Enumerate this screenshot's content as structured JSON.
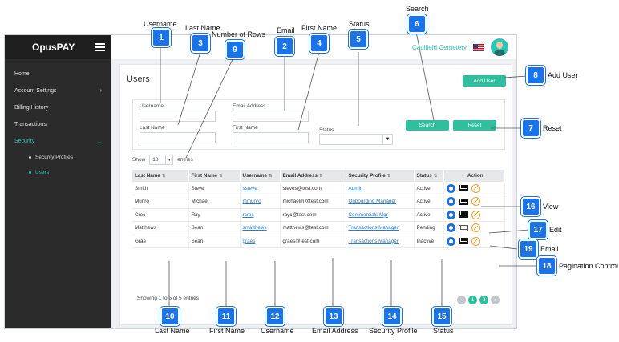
{
  "brand": "OpusPAY",
  "sidebar": {
    "items": [
      {
        "label": "Home"
      },
      {
        "label": "Account Settings",
        "chevron": "›"
      },
      {
        "label": "Billing History"
      },
      {
        "label": "Transactions"
      },
      {
        "label": "Security",
        "chevron": "⌄"
      }
    ],
    "subitems": [
      {
        "label": "Security Profiles"
      },
      {
        "label": "Users"
      }
    ]
  },
  "topbar": {
    "org": "Caulfield Cemetery"
  },
  "page": {
    "title": "Users",
    "add_user": "Add User"
  },
  "filters": {
    "username": "Username",
    "email": "Email Address",
    "last_name": "Last Name",
    "first_name": "First Name",
    "status": "Status",
    "search": "Search",
    "reset": "Reset"
  },
  "rows_control": {
    "show": "Show",
    "value": "10",
    "entries": "entries"
  },
  "table": {
    "headers": [
      "Last Name",
      "First Name",
      "Username",
      "Email Address",
      "Security Profile",
      "Status",
      "Action"
    ],
    "rows": [
      {
        "last": "Smith",
        "first": "Steve",
        "user": "ssteve",
        "email": "steves@test.com",
        "profile": "Admin",
        "status": "Active"
      },
      {
        "last": "Munro",
        "first": "Michael",
        "user": "mmunro",
        "email": "michaelm@test.com",
        "profile": "Onboarding Manager",
        "status": "Active"
      },
      {
        "last": "Croc",
        "first": "Ray",
        "user": "rcroc",
        "email": "rayc@test.com",
        "profile": "Commercials Mgr",
        "status": "Active"
      },
      {
        "last": "Matthews",
        "first": "Sean",
        "user": "smatthews",
        "email": "matthews@test.com",
        "profile": "Transactions Manager",
        "status": "Pending"
      },
      {
        "last": "Grae",
        "first": "Sean",
        "user": "graes",
        "email": "graes@test.com",
        "profile": "Transactions Manager",
        "status": "Inactive"
      }
    ]
  },
  "footer": {
    "entries": "Showing 1 to 5 of 5 entries",
    "pages": [
      "‹",
      "1",
      "2",
      "›"
    ]
  },
  "callouts": [
    {
      "n": "1",
      "label": "Username"
    },
    {
      "n": "2",
      "label": "Email"
    },
    {
      "n": "3",
      "label": "Last Name"
    },
    {
      "n": "4",
      "label": "First Name"
    },
    {
      "n": "5",
      "label": "Status"
    },
    {
      "n": "6",
      "label": "Search"
    },
    {
      "n": "7",
      "label": "Reset"
    },
    {
      "n": "8",
      "label": "Add User"
    },
    {
      "n": "9",
      "label": "Number of Rows"
    },
    {
      "n": "10",
      "label": "Last Name"
    },
    {
      "n": "11",
      "label": "First Name"
    },
    {
      "n": "12",
      "label": "Username"
    },
    {
      "n": "13",
      "label": "Email Address"
    },
    {
      "n": "14",
      "label": "Security Profile"
    },
    {
      "n": "15",
      "label": "Status"
    },
    {
      "n": "16",
      "label": "View"
    },
    {
      "n": "17",
      "label": "Edit"
    },
    {
      "n": "18",
      "label": "Pagination Control"
    },
    {
      "n": "19",
      "label": "Email"
    }
  ],
  "colors": {
    "accent": "#2ec4b6",
    "button": "#2fbf9e",
    "callout": "#1a73e8",
    "sidebar": "#2b2b2b"
  }
}
